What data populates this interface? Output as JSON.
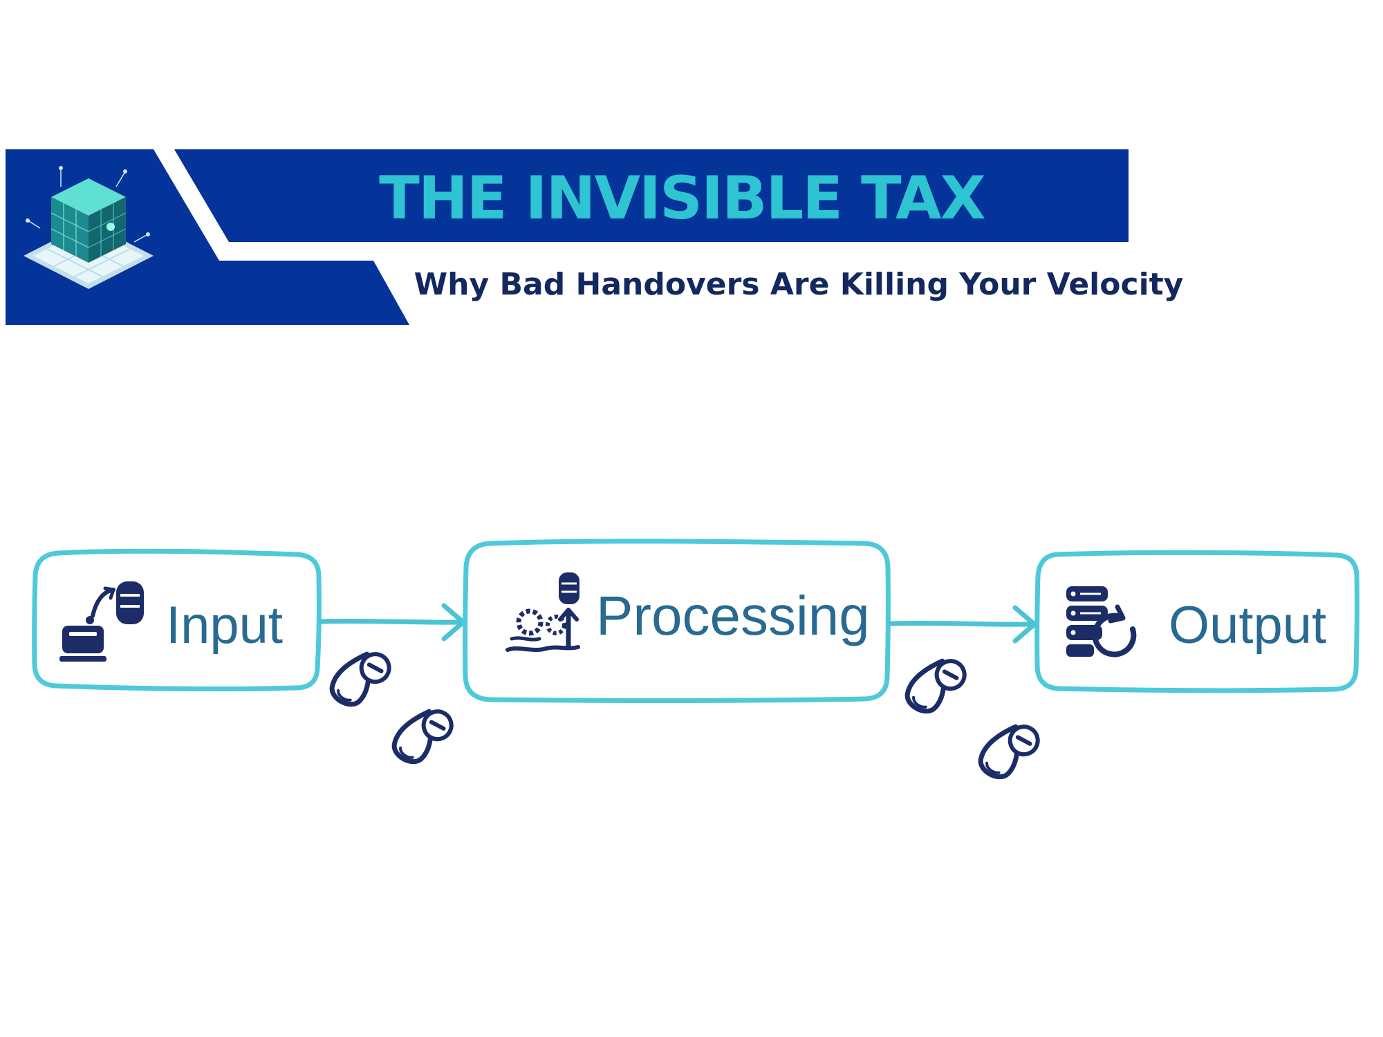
{
  "header": {
    "title": "THE INVISIBLE TAX",
    "subtitle": "Why Bad Handovers Are Killing Your Velocity",
    "logo_icon": "isometric-cube-icon"
  },
  "flow": {
    "nodes": [
      {
        "id": "input",
        "label": "Input",
        "icon": "database-computer-icon"
      },
      {
        "id": "processing",
        "label": "Processing",
        "icon": "gear-database-icon"
      },
      {
        "id": "output",
        "label": "Output",
        "icon": "server-refresh-icon"
      }
    ],
    "edges": [
      {
        "from": "input",
        "to": "processing"
      },
      {
        "from": "processing",
        "to": "output"
      }
    ],
    "leak_icon": "leaking-drop-minus-icon"
  },
  "colors": {
    "banner_blue": "#04339a",
    "title_teal": "#2ec4d2",
    "subtitle_navy": "#13285e",
    "node_border": "#4ec9da",
    "node_label": "#286a92",
    "icon_navy": "#1c2c66",
    "arrow": "#4cc3d3"
  }
}
